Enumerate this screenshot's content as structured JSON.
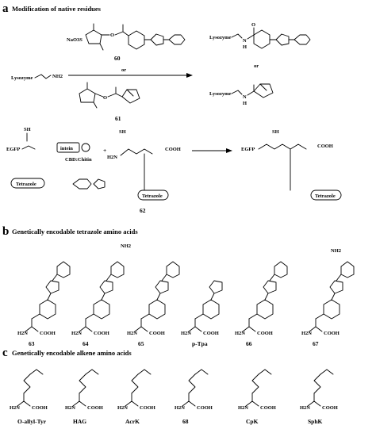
{
  "panels": {
    "a": {
      "letter": "a",
      "title": "Modification of native residues"
    },
    "b": {
      "letter": "b",
      "title": "Genetically encodable tetrazole amino acids"
    },
    "c": {
      "letter": "c",
      "title": "Genetically encodable alkene amino acids"
    }
  },
  "scheme_a": {
    "lysozyme_reactant": "Lysozyme",
    "nh2": "NH2",
    "reagent_top_label": "60",
    "reagent_bottom_label": "61",
    "nao3s": "NaO3S",
    "or_arrow": "or",
    "product_top_lysozyme": "Lysozyme",
    "or_products": "or",
    "product_bottom_lysozyme": "Lysozyme",
    "H": "H",
    "N": "N",
    "O": "O"
  },
  "scheme_a2": {
    "sh": "SH",
    "egfp": "EGFP",
    "intein": "intein",
    "cbd": "CBD:Chitin",
    "plus": "+",
    "h2n": "H2N",
    "cooh": "COOH",
    "tetrazole": "Tetrazole",
    "compound": "62"
  },
  "panel_b": {
    "compounds": [
      "63",
      "64",
      "65",
      "p-Tpa",
      "66",
      "67"
    ],
    "nh2": "NH2",
    "conh2": "NH2",
    "h2n": "H2N",
    "cooh": "COOH"
  },
  "panel_c": {
    "compounds": [
      "O-allyl-Tyr",
      "HAG",
      "AcrK",
      "68",
      "CpK",
      "SphK"
    ],
    "h2n": "H2N",
    "cooh": "COOH"
  },
  "colors": {
    "ink": "#000000",
    "background": "#ffffff"
  }
}
